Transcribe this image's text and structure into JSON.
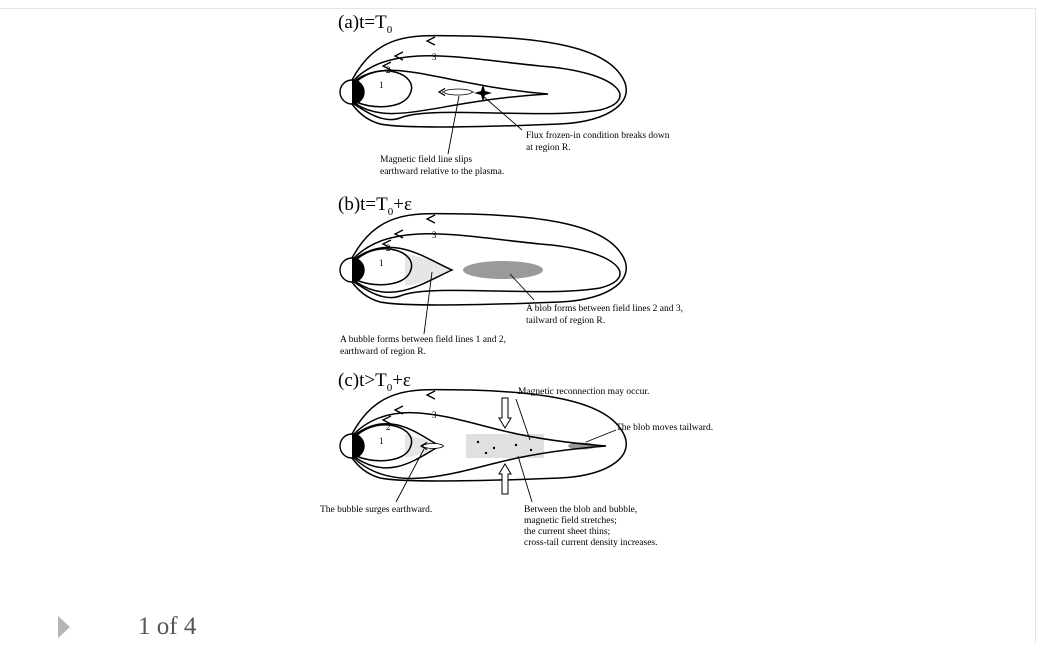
{
  "panels": {
    "a": {
      "title_pre": "(a)t=T",
      "title_sub": "0",
      "title_post": "",
      "notes": {
        "flux_1": "Flux frozen-in condition  breaks down",
        "flux_2": "at region R.",
        "slip_1": "Magnetic field line slips",
        "slip_2": "earthward relative to the plasma."
      }
    },
    "b": {
      "title_pre": "(b)t=T",
      "title_sub": "0",
      "title_post": "+ε",
      "notes": {
        "blob_1": "A blob forms between field lines 2 and 3,",
        "blob_2": "tailward of region R.",
        "bubble_1": "A bubble forms between field lines 1 and 2,",
        "bubble_2": "earthward of region R."
      }
    },
    "c": {
      "title_pre": "(c)t>T",
      "title_sub": "0",
      "title_post": "+ε",
      "notes": {
        "recon": "Magnetic reconnection  may occur.",
        "blob_moves": "The blob moves tailward.",
        "surge": "The bubble surges earthward.",
        "between_1": "Between the blob and bubble,",
        "between_2": "magnetic field stretches;",
        "between_3": "the current sheet thins;",
        "between_4": "cross-tail current density increases."
      }
    }
  },
  "line_labels": [
    "1",
    "2",
    "3"
  ],
  "pager": {
    "text": "1 of 4"
  }
}
